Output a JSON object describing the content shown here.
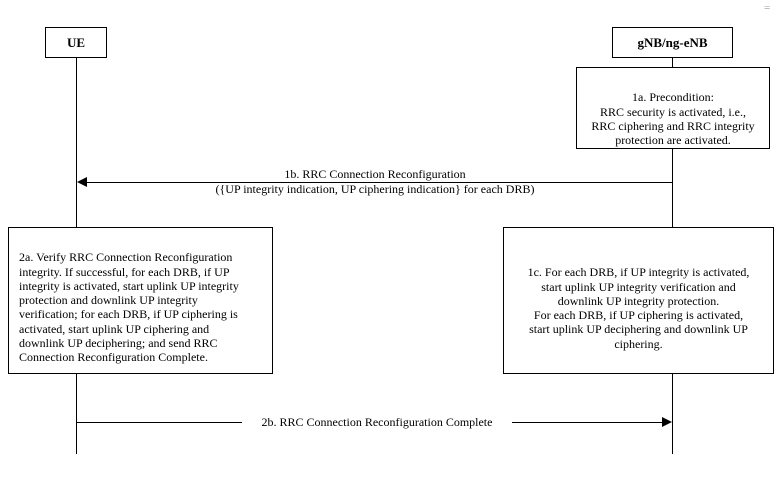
{
  "entities": {
    "ue": "UE",
    "gnb": "gNB/ng-eNB"
  },
  "notes": {
    "precondition": "1a. Precondition:\nRRC security is activated, i.e.,\nRRC ciphering and RRC integrity\nprotection are activated.",
    "ue_verify": "2a. Verify RRC Connection Reconfiguration\nintegrity. If successful, for each DRB, if UP\nintegrity is activated, start uplink UP integrity\nprotection and downlink UP integrity\nverification; for each DRB, if UP ciphering is\nactivated, start uplink UP ciphering and\ndownlink UP deciphering; and send RRC\nConnection Reconfiguration Complete.",
    "gnb_start": "1c. For each DRB, if UP integrity is activated,\nstart uplink UP integrity verification and\ndownlink UP integrity protection.\nFor each DRB, if UP ciphering is activated,\nstart uplink UP deciphering and downlink UP\nciphering."
  },
  "messages": {
    "reconfig": "1b. RRC Connection Reconfiguration\n({UP integrity indication, UP ciphering indication} for each DRB)",
    "complete": "2b. RRC Connection Reconfiguration Complete"
  },
  "corner_mark": "="
}
